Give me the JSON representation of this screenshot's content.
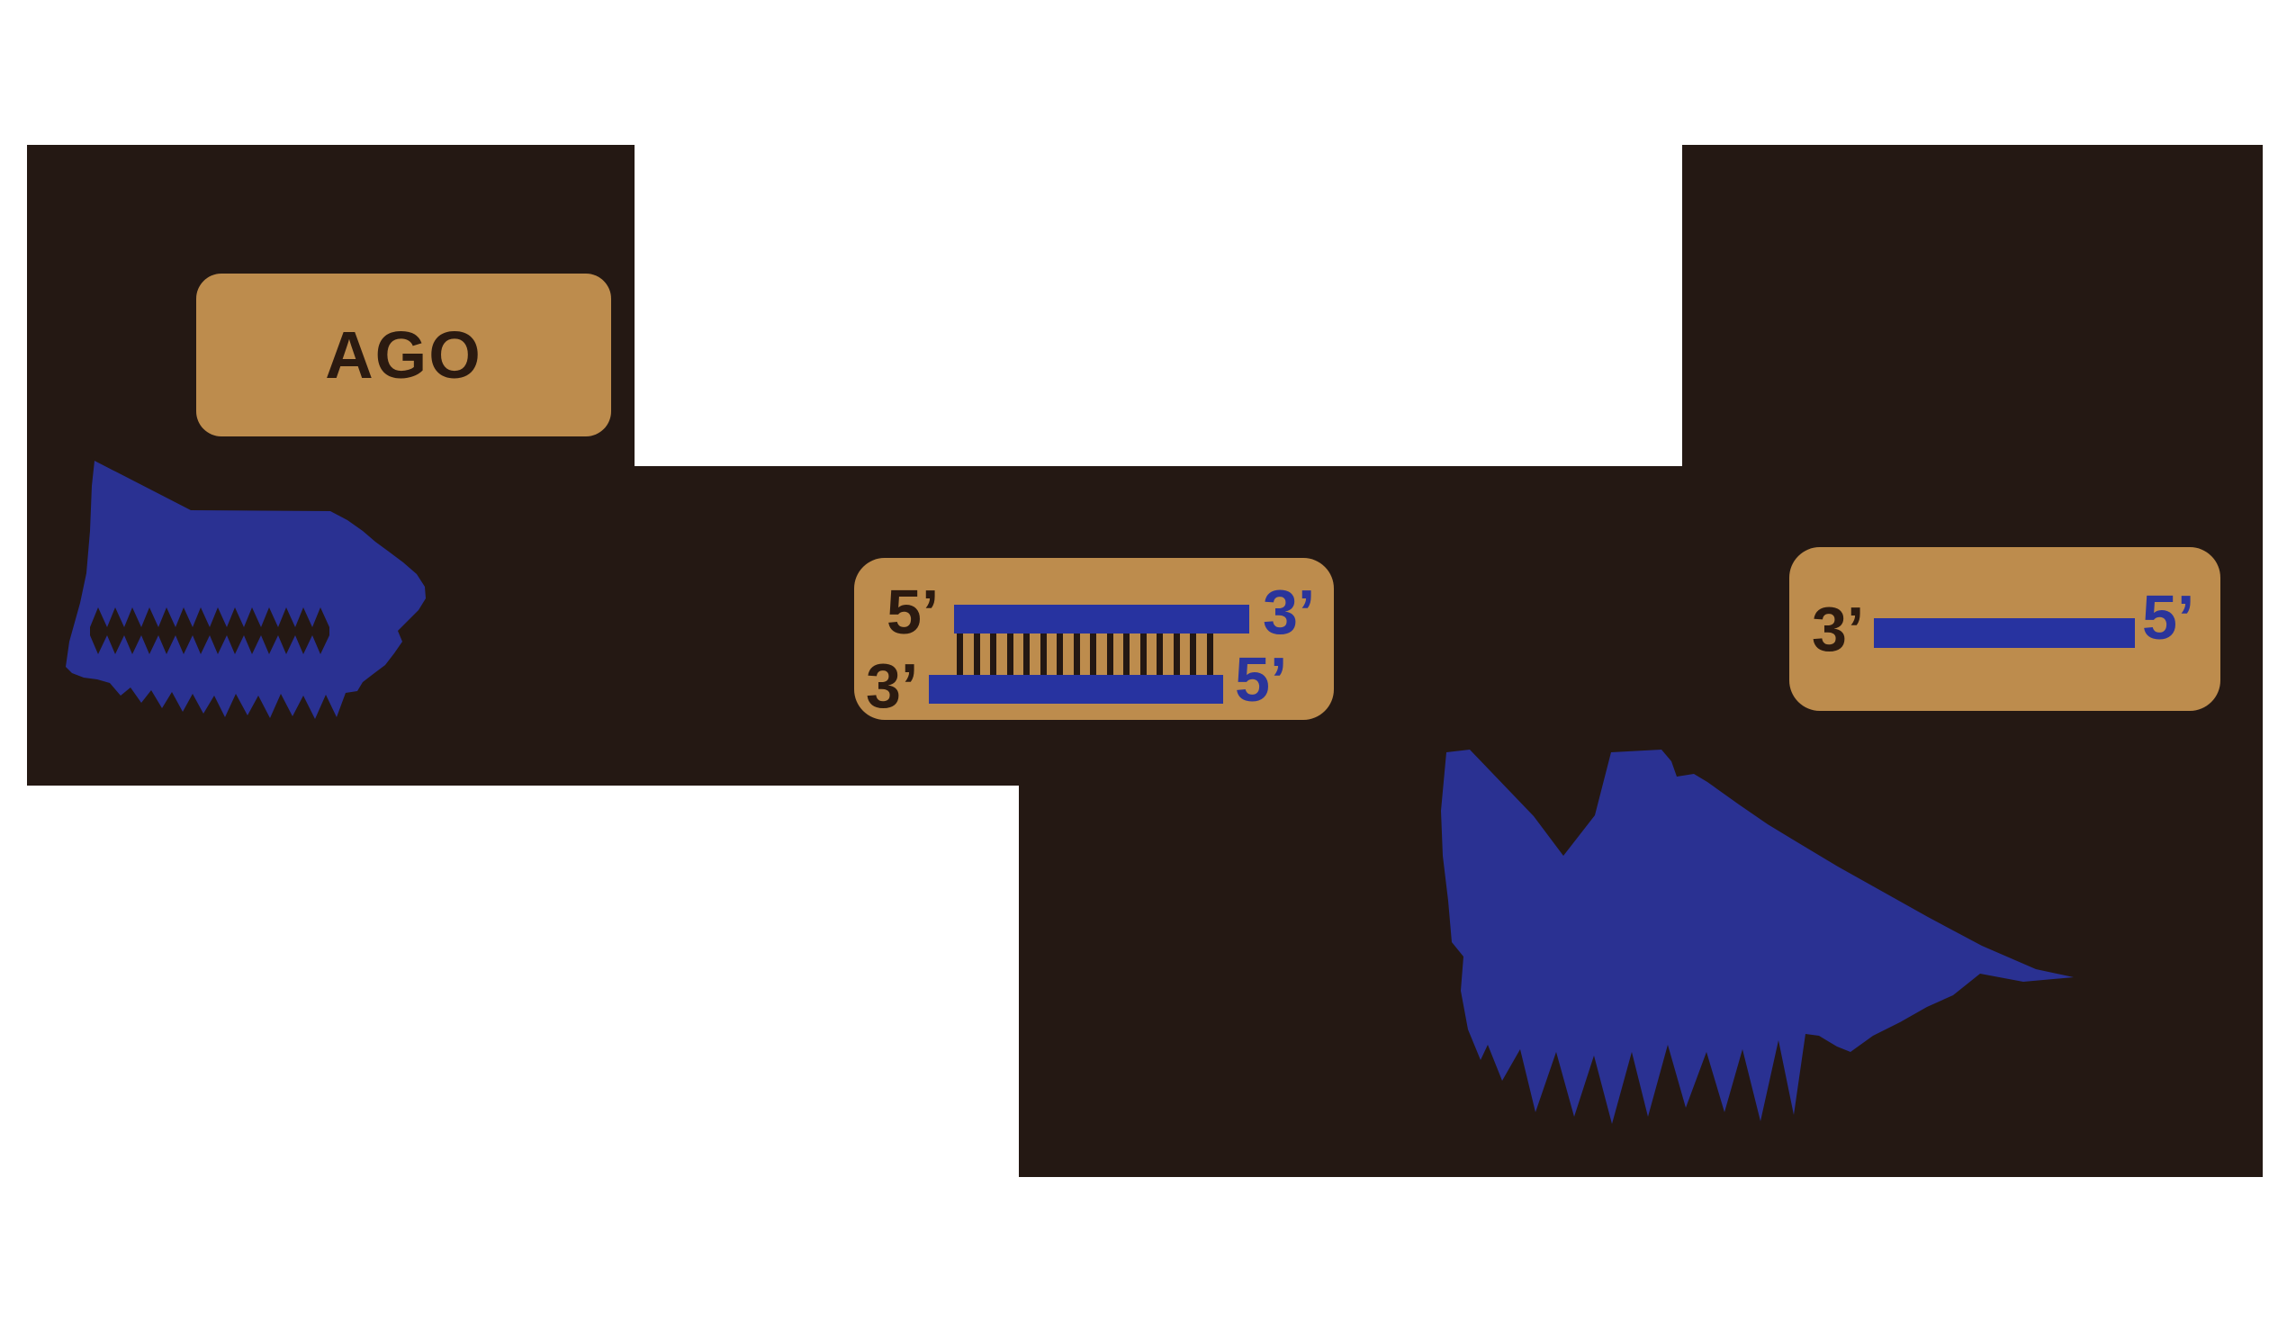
{
  "figure": {
    "description": "RNA silencing diagram: AGO protein box, cleaved blue RNA/protein shape, siRNA duplex with base pairing, and single guide strand",
    "ago_box": {
      "label": "AGO"
    },
    "duplex_box": {
      "top_left_label": "5’",
      "top_right_label": "3’",
      "bottom_left_label": "3’",
      "bottom_right_label": "5’",
      "rung_count": 16
    },
    "single_strand_box": {
      "left_label": "3’",
      "right_label": "5’"
    },
    "colors": {
      "background": "#ffffff",
      "panel_dark": "#241813",
      "gold_box": "#bd8c4d",
      "strand_blue": "#2733a0",
      "blob_blue": "#2a3192",
      "label_dark": "#2b1a10",
      "label_blue": "#2a349b"
    }
  }
}
